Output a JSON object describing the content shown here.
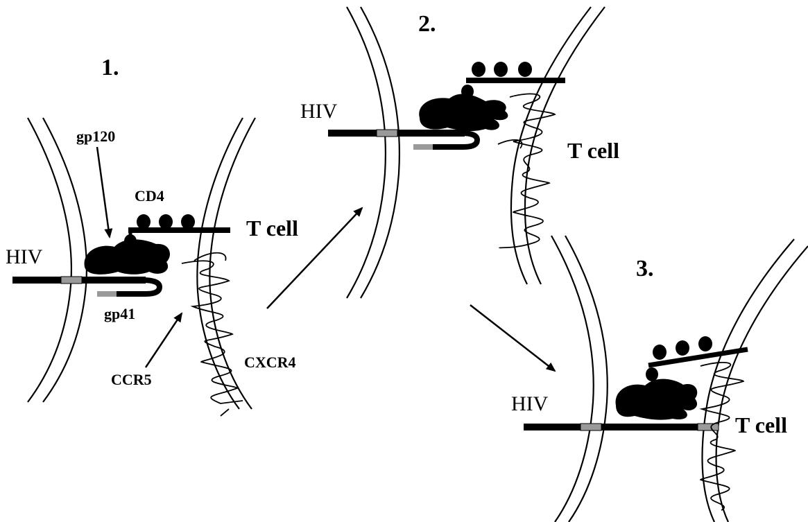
{
  "panels": {
    "panel1": {
      "step": "1.",
      "virus": "HIV",
      "cell": "T cell",
      "gp120": "gp120",
      "cd4": "CD4",
      "gp41": "gp41",
      "ccr5": "CCR5",
      "cxcr4": "CXCR4"
    },
    "panel2": {
      "step": "2.",
      "virus": "HIV",
      "cell": "T cell"
    },
    "panel3": {
      "step": "3.",
      "virus": "HIV",
      "cell": "T cell"
    }
  },
  "colors": {
    "ink": "#000000",
    "connector": "#9a9a9a",
    "background": "#ffffff"
  }
}
